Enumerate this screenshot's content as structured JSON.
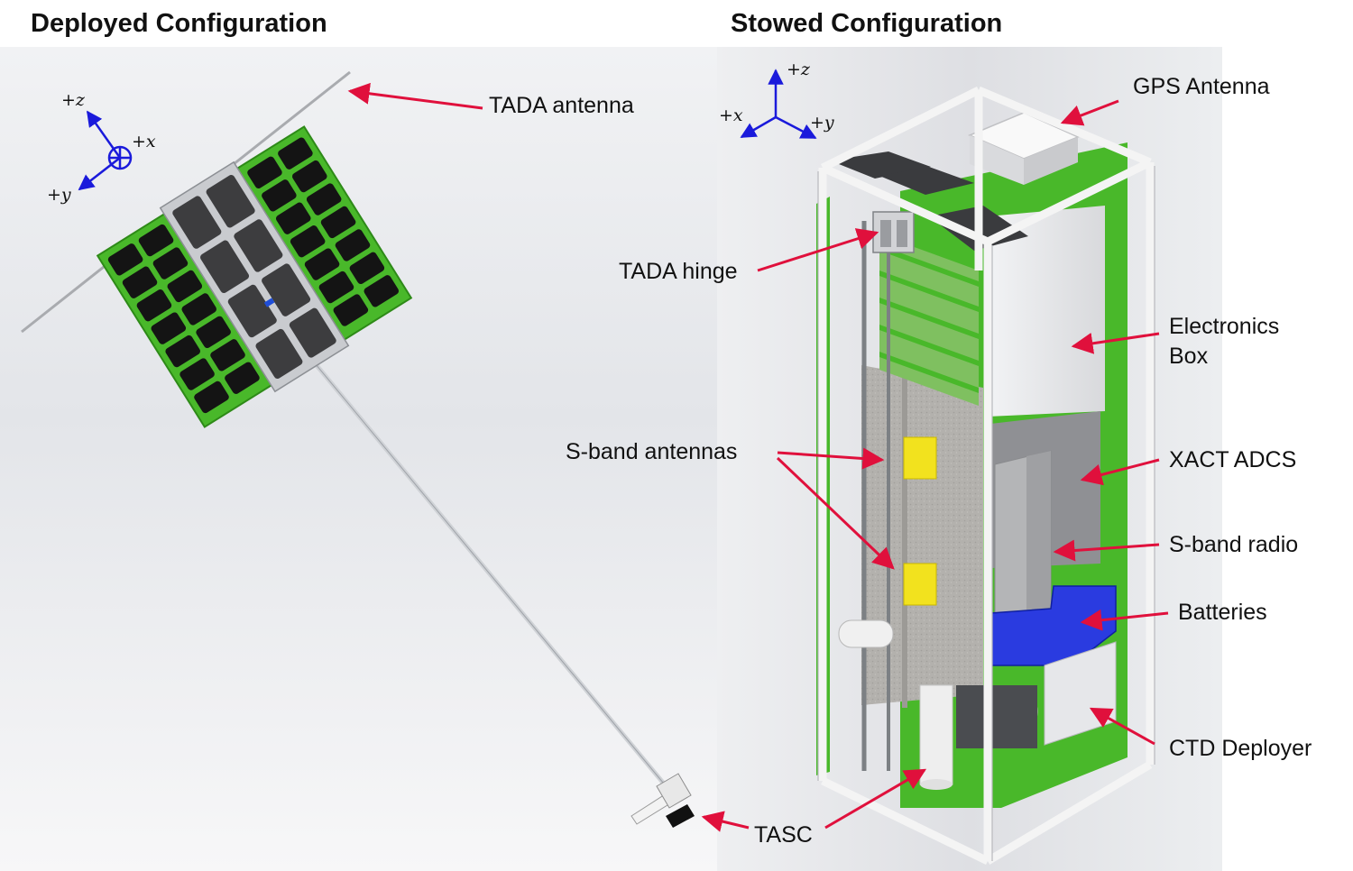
{
  "headings": {
    "deployed": "Deployed Configuration",
    "stowed": "Stowed Configuration"
  },
  "axes_deployed": {
    "z": "+z",
    "x": "+x",
    "y": "+y"
  },
  "axes_stowed": {
    "z": "+z",
    "x": "+x",
    "y": "+y"
  },
  "labels": {
    "tada_antenna": "TADA antenna",
    "gps_antenna": "GPS Antenna",
    "tada_hinge": "TADA hinge",
    "electronics_box_1": "Electronics",
    "electronics_box_2": "Box",
    "s_band_antennas": "S-band antennas",
    "xact_adcs": "XACT ADCS",
    "s_band_radio": "S-band radio",
    "batteries": "Batteries",
    "ctd_deployer": "CTD Deployer",
    "tasc": "TASC"
  },
  "colors": {
    "arrow": "#e0103c",
    "axis": "#1a1adb",
    "panel_green": "#49b82a",
    "cell_dark": "#141414",
    "frame": "#f4f4f4",
    "electronics_box": "#e9eaec",
    "battery_blue": "#2a3be0",
    "s_band_patch": "#f2e21e"
  }
}
